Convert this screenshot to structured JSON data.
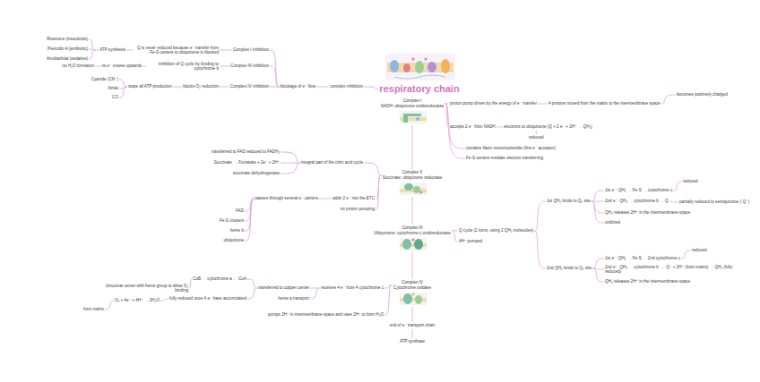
{
  "diagram": {
    "nodes": [
      {
        "text": [
          "respiratory chain"
        ]
      },
      {
        "text": [
          "complex inhibition"
        ]
      },
      {
        "text": [
          "blockage of e⁻ flow"
        ]
      },
      {
        "text": [
          "Complex I inhibition"
        ]
      },
      {
        "text": [
          "Complex III inhibition"
        ]
      },
      {
        "text": [
          "Complex IV inhibition"
        ]
      },
      {
        "text": [
          "Q is never reduced because e⁻ transfer from Fe-S centers to ubiquinone is blocked"
        ]
      },
      {
        "text": [
          "↓ ATP synthesis"
        ]
      },
      {
        "text": [
          "Rotenone (insecticide)"
        ]
      },
      {
        "text": [
          "Piericidin A (antibiotic)"
        ]
      },
      {
        "text": [
          "Amobarbital (sedative)"
        ]
      },
      {
        "text": [
          "inhibition of Q cycle by binding to cytochrome b"
        ]
      },
      {
        "text": [
          "no e⁻ moves upwards"
        ]
      },
      {
        "text": [
          "no H₂O formation"
        ]
      },
      {
        "text": [
          "blocks O₂ reduction"
        ]
      },
      {
        "text": [
          "stops all ATP production"
        ]
      },
      {
        "text": [
          "Cyanide (CN⁻)"
        ]
      },
      {
        "text": [
          "Azide"
        ]
      },
      {
        "text": [
          "CO"
        ]
      },
      {
        "text": [
          "Complex I",
          "NADH: ubiquinone oxidoreductase"
        ]
      },
      {
        "text": [
          "proton pump driven by the energy of e⁻ transfer"
        ]
      },
      {
        "text": [
          "4 protons moved from the matrix to the intermembrane space"
        ]
      },
      {
        "text": [
          "becomes positively charged"
        ]
      },
      {
        "text": [
          "accepts 2 e⁻ from NADH"
        ]
      },
      {
        "text": [
          "electrons to ubiquinone (Q + 2 e⁻ + 2H⁺ → QH₂)"
        ]
      },
      {
        "text": [
          "reduced"
        ]
      },
      {
        "text": [
          "contains flavin mononucleotide (first e⁻ acceptor)"
        ]
      },
      {
        "text": [
          "Fe-S centers mediate electron transferring"
        ]
      },
      {
        "text": [
          "Complex II",
          "Succinate: ubiquinone reductase"
        ]
      },
      {
        "text": [
          "integral part of the citric acid cycle"
        ]
      },
      {
        "text": [
          "transferred to FAD reduced to FADH₂"
        ]
      },
      {
        "text": [
          "Succinate → Fumarate + 2e⁻ + 2H⁺"
        ]
      },
      {
        "text": [
          "succinate dehydrogenase"
        ]
      },
      {
        "text": [
          "adds 2 e⁻ into the ETC"
        ]
      },
      {
        "text": [
          "passes through several e⁻ carriers"
        ]
      },
      {
        "text": [
          "FAD"
        ]
      },
      {
        "text": [
          "Fe-S clusters"
        ]
      },
      {
        "text": [
          "heme b"
        ]
      },
      {
        "text": [
          "ubiquinone"
        ]
      },
      {
        "text": [
          "no proton pumping"
        ]
      },
      {
        "text": [
          "Complex III",
          "Ubiquinone: cytochrome c oxidoreductase"
        ]
      },
      {
        "text": [
          "Q cycle (2 turns, using 2 QH₂ molecules)"
        ]
      },
      {
        "text": [
          "1st QH₂ binds to Q₀ site"
        ]
      },
      {
        "text": [
          "1st e⁻: QH₂ → Fe-S → cytochrome c"
        ]
      },
      {
        "text": [
          "reduced"
        ]
      },
      {
        "text": [
          "2nd e⁻: QH₂ → cytochrome b → Q"
        ]
      },
      {
        "text": [
          "partially reduced to semiquinone (·Q⁻)"
        ]
      },
      {
        "text": [
          "QH₂ releases 2H⁺ in the intermembrane space"
        ]
      },
      {
        "text": [
          "oxidized"
        ]
      },
      {
        "text": [
          "2nd QH₂ binds to Q₀ site"
        ]
      },
      {
        "text": [
          "1st e⁻: QH₂ → Fe-S → 2nd cytochrome c"
        ]
      },
      {
        "text": [
          "reduced"
        ]
      },
      {
        "text": [
          "2nd e⁻: QH₂ → cytochrome b → ·Q⁻ + 2H⁺ (from matrix) → QH₂ (fully reduced)"
        ]
      },
      {
        "text": [
          "QH₂ releases 2H⁺ in the intermembrane space"
        ]
      },
      {
        "text": [
          "4H⁺ pumped"
        ]
      },
      {
        "text": [
          "Complex IV",
          "Cytochrome oxidase"
        ]
      },
      {
        "text": [
          "receives 4 e⁻ from 4 cytochrome c"
        ]
      },
      {
        "text": [
          "transferred to copper center"
        ]
      },
      {
        "text": [
          "CuB ← cytochrome a ← CuA"
        ]
      },
      {
        "text": [
          "binuclear center with heme group to allow O₂ binding"
        ]
      },
      {
        "text": [
          "fully reduced once 4 e⁻ have accumulated"
        ]
      },
      {
        "text": [
          "O₂ + 4e⁻ + 4H⁺ → 2H₂O"
        ]
      },
      {
        "text": [
          "from matrix"
        ]
      },
      {
        "text": [
          "heme a transport"
        ]
      },
      {
        "text": [
          "pumps 2H⁺ in intermembrane space and uses 2H⁺ to form H₂O"
        ]
      },
      {
        "text": [
          "end of e⁻ transport chain"
        ]
      },
      {
        "text": [
          "ATP synthase"
        ]
      }
    ],
    "edges": [
      {
        "from": 0,
        "to": 1,
        "arrow": "none"
      },
      {
        "from": 1,
        "to": 2,
        "arrow": "none"
      },
      {
        "from": 2,
        "to": 3,
        "arrow": "none"
      },
      {
        "from": 2,
        "to": 4,
        "arrow": "none"
      },
      {
        "from": 2,
        "to": 5,
        "arrow": "none"
      },
      {
        "from": 3,
        "to": 6,
        "arrow": "none"
      },
      {
        "from": 6,
        "to": 7,
        "arrow": "none"
      },
      {
        "from": 7,
        "to": 8,
        "arrow": "none"
      },
      {
        "from": 7,
        "to": 9,
        "arrow": "none"
      },
      {
        "from": 7,
        "to": 10,
        "arrow": "none"
      },
      {
        "from": 4,
        "to": 11,
        "arrow": "none"
      },
      {
        "from": 11,
        "to": 12,
        "arrow": "none"
      },
      {
        "from": 12,
        "to": 13,
        "arrow": "none"
      },
      {
        "from": 5,
        "to": 14,
        "arrow": "none"
      },
      {
        "from": 14,
        "to": 15,
        "arrow": "none"
      },
      {
        "from": 15,
        "to": 16,
        "arrow": "none"
      },
      {
        "from": 15,
        "to": 17,
        "arrow": "none"
      },
      {
        "from": 15,
        "to": 18,
        "arrow": "none"
      },
      {
        "from": 0,
        "to": 19,
        "arrow": "none"
      },
      {
        "from": 19,
        "to": 20,
        "arrow": "none"
      },
      {
        "from": 20,
        "to": 21,
        "arrow": "none"
      },
      {
        "from": 21,
        "to": 22,
        "arrow": "none"
      },
      {
        "from": 19,
        "to": 23,
        "arrow": "none"
      },
      {
        "from": 23,
        "to": 24,
        "arrow": "none"
      },
      {
        "from": 24,
        "to": 25,
        "arrow": "none"
      },
      {
        "from": 19,
        "to": 26,
        "arrow": "none"
      },
      {
        "from": 19,
        "to": 27,
        "arrow": "none"
      },
      {
        "from": 19,
        "to": 28,
        "arrow": "none"
      },
      {
        "from": 28,
        "to": 29,
        "arrow": "none"
      },
      {
        "from": 29,
        "to": 30,
        "arrow": "none"
      },
      {
        "from": 29,
        "to": 31,
        "arrow": "none"
      },
      {
        "from": 29,
        "to": 32,
        "arrow": "none"
      },
      {
        "from": 28,
        "to": 33,
        "arrow": "none"
      },
      {
        "from": 33,
        "to": 34,
        "arrow": "none"
      },
      {
        "from": 34,
        "to": 35,
        "arrow": "none"
      },
      {
        "from": 34,
        "to": 36,
        "arrow": "none"
      },
      {
        "from": 34,
        "to": 37,
        "arrow": "none"
      },
      {
        "from": 34,
        "to": 38,
        "arrow": "none"
      },
      {
        "from": 28,
        "to": 39,
        "arrow": "none"
      },
      {
        "from": 28,
        "to": 40,
        "arrow": "none"
      },
      {
        "from": 40,
        "to": 41,
        "arrow": "none"
      },
      {
        "from": 41,
        "to": 42,
        "arrow": "none"
      },
      {
        "from": 42,
        "to": 43,
        "arrow": "none"
      },
      {
        "from": 43,
        "to": 44,
        "arrow": "none"
      },
      {
        "from": 42,
        "to": 45,
        "arrow": "none"
      },
      {
        "from": 45,
        "to": 46,
        "arrow": "none"
      },
      {
        "from": 42,
        "to": 47,
        "arrow": "none"
      },
      {
        "from": 42,
        "to": 48,
        "arrow": "none"
      },
      {
        "from": 41,
        "to": 49,
        "arrow": "none"
      },
      {
        "from": 49,
        "to": 50,
        "arrow": "none"
      },
      {
        "from": 50,
        "to": 51,
        "arrow": "none"
      },
      {
        "from": 49,
        "to": 52,
        "arrow": "none"
      },
      {
        "from": 49,
        "to": 53,
        "arrow": "none"
      },
      {
        "from": 40,
        "to": 54,
        "arrow": "none"
      },
      {
        "from": 40,
        "to": 55,
        "arrow": "none"
      },
      {
        "from": 55,
        "to": 56,
        "arrow": "none"
      },
      {
        "from": 56,
        "to": 57,
        "arrow": "none"
      },
      {
        "from": 57,
        "to": 58,
        "arrow": "none"
      },
      {
        "from": 58,
        "to": 59,
        "arrow": "none"
      },
      {
        "from": 57,
        "to": 60,
        "arrow": "none"
      },
      {
        "from": 60,
        "to": 61,
        "arrow": "none"
      },
      {
        "from": 61,
        "to": 62,
        "arrow": "none"
      },
      {
        "from": 56,
        "to": 63,
        "arrow": "none"
      },
      {
        "from": 55,
        "to": 64,
        "arrow": "none"
      },
      {
        "from": 55,
        "to": 65,
        "arrow": "none"
      },
      {
        "from": 65,
        "to": 66,
        "arrow": "none"
      }
    ]
  }
}
